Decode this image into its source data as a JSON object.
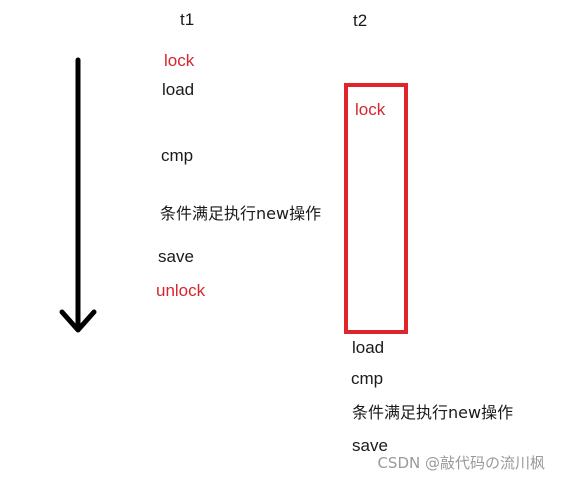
{
  "columns": {
    "t1": "t1",
    "t2": "t2"
  },
  "t1_steps": {
    "lock": "lock",
    "load": "load",
    "cmp": "cmp",
    "new_op": "条件满足执行new操作",
    "save": "save",
    "unlock": "unlock"
  },
  "t2_steps": {
    "lock": "lock",
    "load": "load",
    "cmp": "cmp",
    "new_op": "条件满足执行new操作",
    "save": "save"
  },
  "watermark": "CSDN @敲代码の流川枫",
  "colors": {
    "lock_text": "#d4272d",
    "lock_box": "#e0242b",
    "arrow": "#000000",
    "text": "#1a1a1a"
  }
}
